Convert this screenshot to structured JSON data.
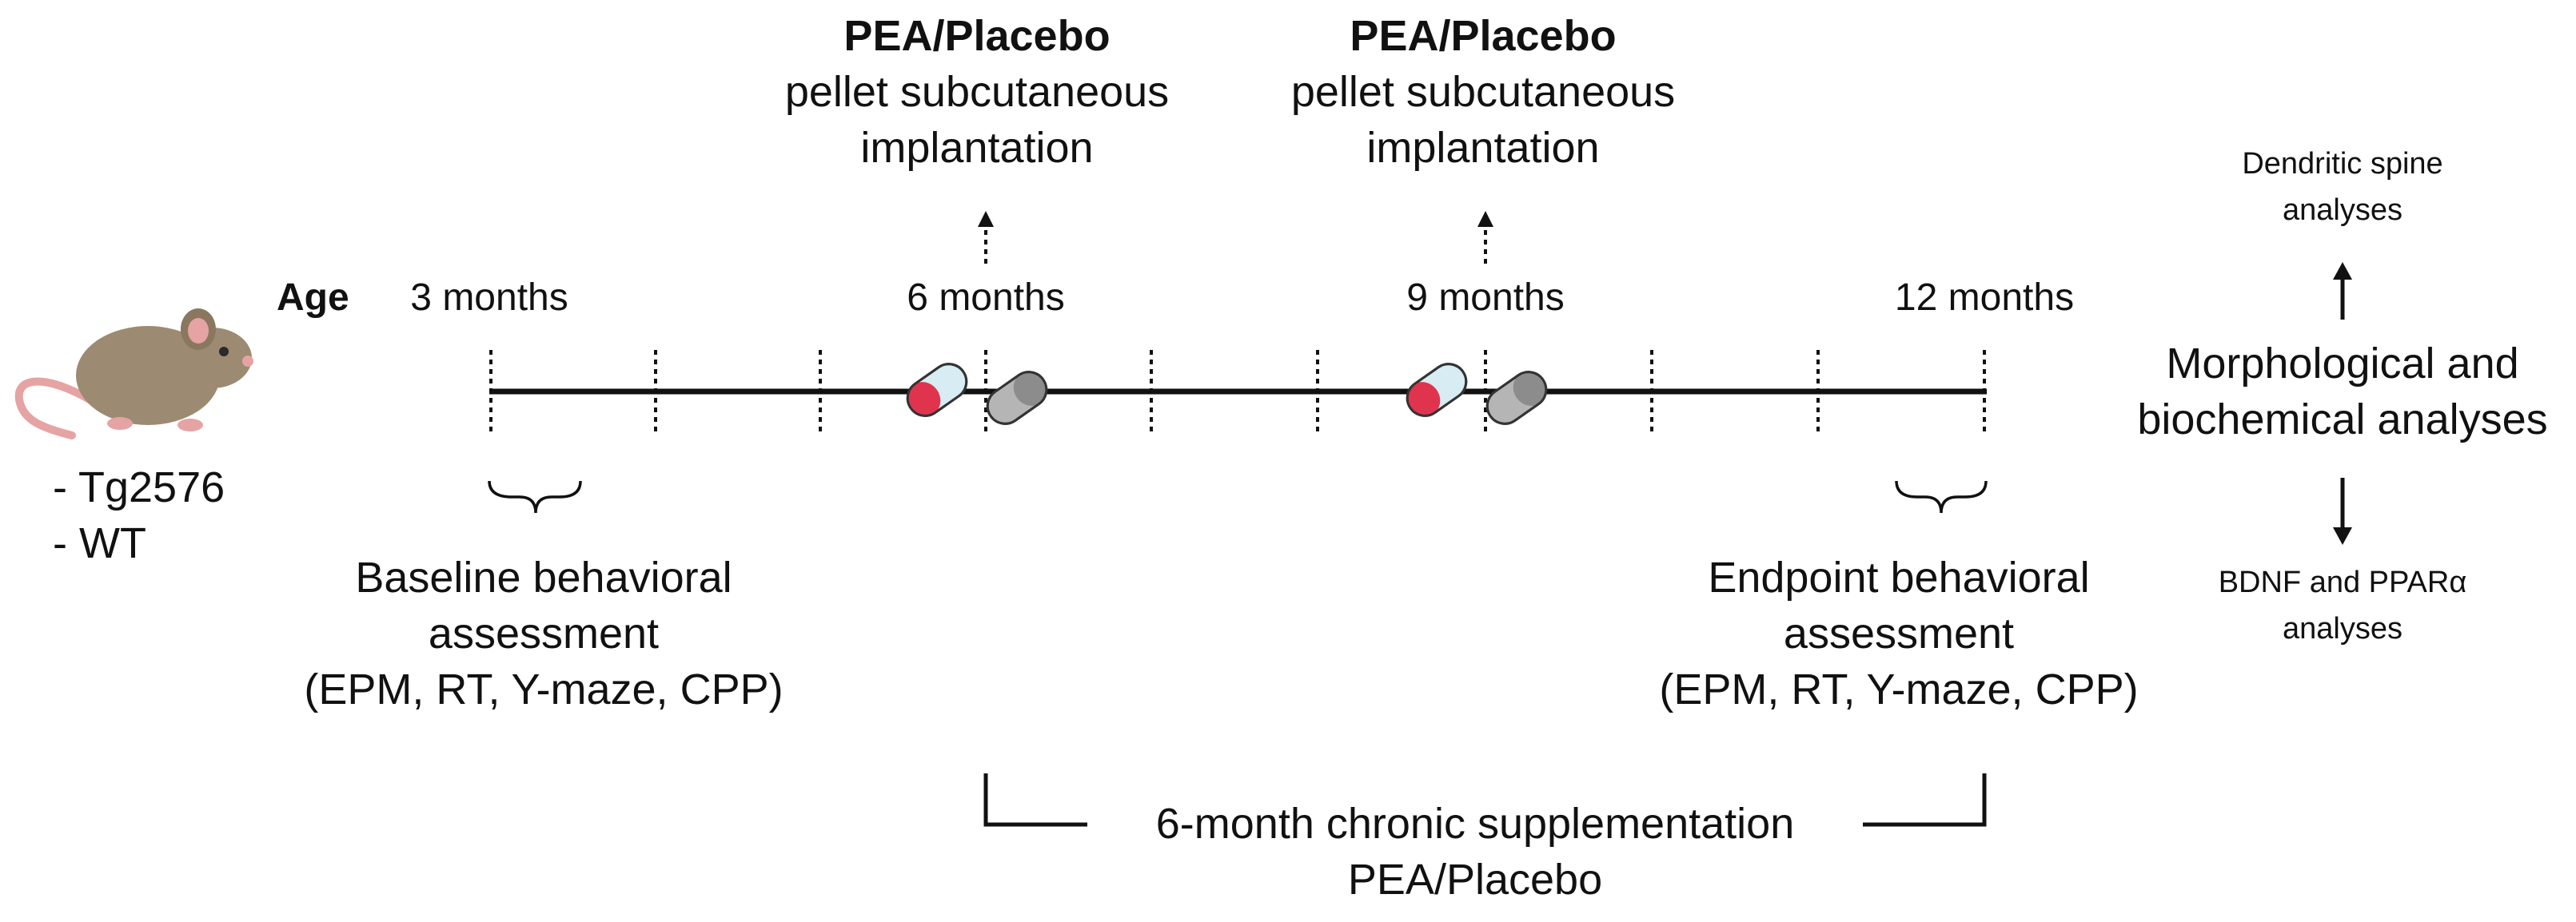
{
  "group_labels": [
    "- Tg2576",
    "- WT"
  ],
  "age_label": "Age",
  "timeline": {
    "ages": [
      "3 months",
      "6 months",
      "9 months",
      "12 months"
    ]
  },
  "implantations": [
    {
      "title": "PEA/Placebo",
      "line1": "pellet subcutaneous",
      "line2": "implantation"
    },
    {
      "title": "PEA/Placebo",
      "line1": "pellet subcutaneous",
      "line2": "implantation"
    }
  ],
  "baseline": {
    "line1": "Baseline behavioral",
    "line2": "assessment",
    "line3": "(EPM, RT, Y-maze, CPP)"
  },
  "endpoint": {
    "line1": "Endpoint behavioral",
    "line2": "assessment",
    "line3": "(EPM, RT, Y-maze, CPP)"
  },
  "supplementation": {
    "line1": "6-month chronic supplementation",
    "line2": "PEA/Placebo"
  },
  "analyses": {
    "top_line1": "Dendritic spine",
    "top_line2": "analyses",
    "main_line1": "Morphological and",
    "main_line2": "biochemical analyses",
    "bottom_line1": "BDNF and PPARα",
    "bottom_line2": "analyses"
  },
  "colors": {
    "pill_red": "#e0344e",
    "pill_light_blue": "#d7ecf3",
    "pill_gray": "#8c8c8c",
    "mouse_body": "#9c8a72",
    "mouse_pink": "#e6a3a3"
  },
  "icons": [
    "mouse-icon",
    "capsule-icon"
  ]
}
